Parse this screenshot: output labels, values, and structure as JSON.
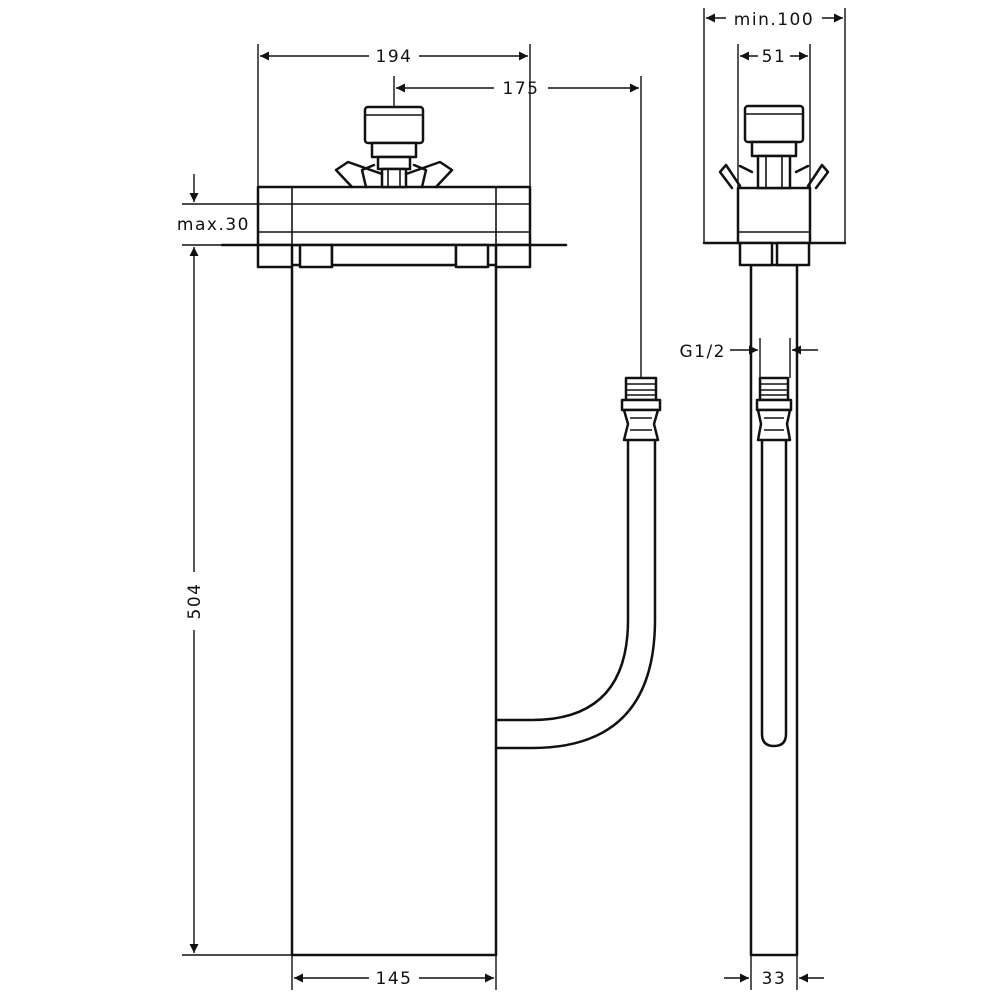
{
  "dimensions": {
    "front_width_total": "194",
    "front_offset": "175",
    "max_depth": "max.30",
    "body_height": "504",
    "body_width": "145",
    "side_min_width": "min.100",
    "side_head_width": "51",
    "thread": "G1/2",
    "side_body_width": "33"
  }
}
